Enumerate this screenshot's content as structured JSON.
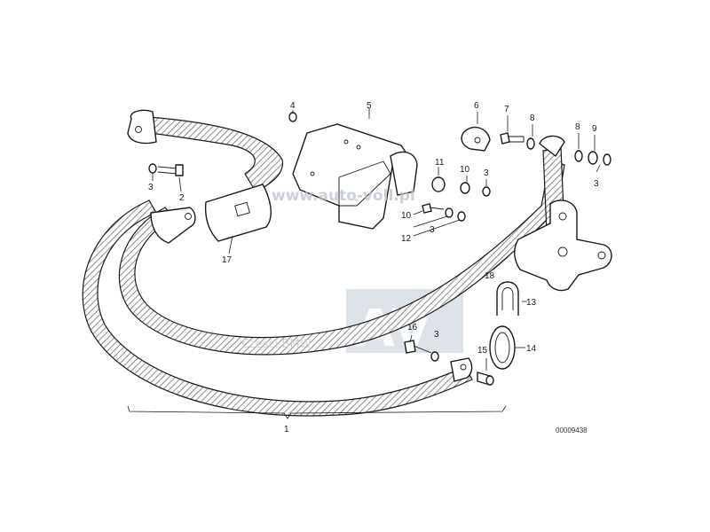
{
  "callouts": {
    "c1": "1",
    "c2": "2",
    "c3a": "3",
    "c3b": "3",
    "c3c": "3",
    "c3d": "3",
    "c3e": "3",
    "c4": "4",
    "c5": "5",
    "c6": "6",
    "c7": "7",
    "c8a": "8",
    "c8b": "8",
    "c9": "9",
    "c10a": "10",
    "c10b": "10",
    "c11": "11",
    "c12": "12",
    "c13": "13",
    "c14": "14",
    "c15": "15",
    "c16": "16",
    "c17": "17",
    "c18": "18"
  },
  "watermark": {
    "url": "www.auto-voll.pl",
    "brand": "Części BMW",
    "logo": "AV"
  },
  "drawing_number": "00009438",
  "colors": {
    "ink": "#1a1a1a",
    "webbing_hatch": "#6f6f6f",
    "watermark": "#b9c2ce",
    "logo_tile": "#c7d0db"
  },
  "parts": [
    "rear-seat-belt-assembly",
    "bolt",
    "washer",
    "bracket",
    "buckle-tongue",
    "anchor-plate",
    "loop-guide",
    "grommet",
    "spacer-sleeve"
  ]
}
